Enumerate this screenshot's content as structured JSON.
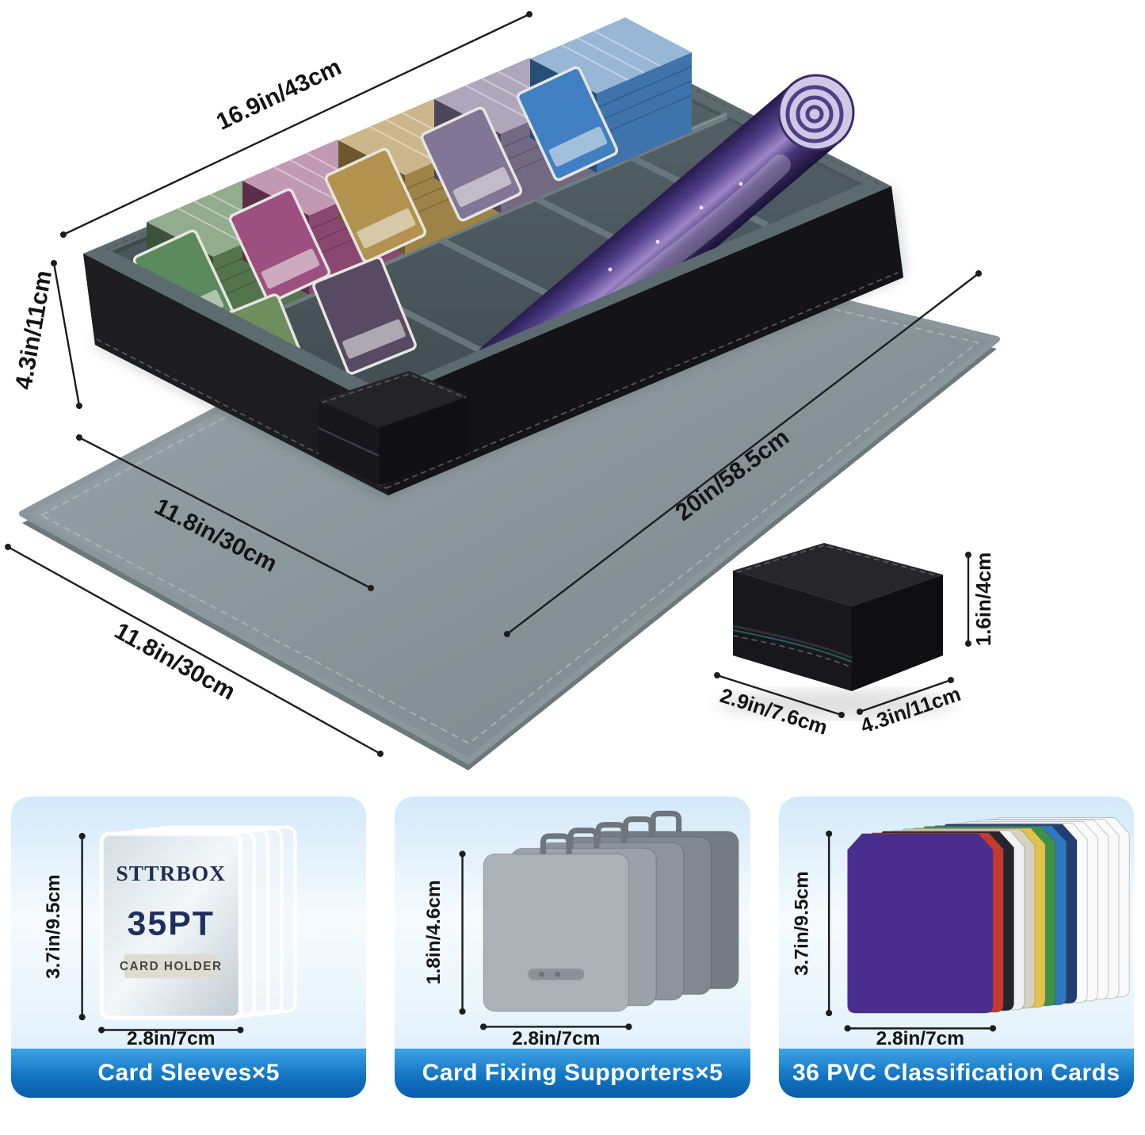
{
  "hero": {
    "dims": {
      "box_length": "16.9in/43cm",
      "box_height": "4.3in/11cm",
      "box_width": "11.8in/30cm",
      "mat_width": "11.8in/30cm",
      "mat_length": "20in/58.5cm"
    },
    "deck_box_dims": {
      "height": "1.6in/4cm",
      "depth": "2.9in/7.6cm",
      "length": "4.3in/11cm"
    }
  },
  "sleeve_card": {
    "brand": "STTRBOX",
    "size": "35PT",
    "label": "CARD HOLDER"
  },
  "panels": [
    {
      "caption": "Card Sleeves×5",
      "dim_height": "3.7in/9.5cm",
      "dim_width": "2.8in/7cm"
    },
    {
      "caption": "Card Fixing Supporters×5",
      "dim_height": "1.8in/4.6cm",
      "dim_width": "2.8in/7cm"
    },
    {
      "caption": "36 PVC Classification Cards",
      "dim_height": "3.7in/9.5cm",
      "dim_width": "2.8in/7cm"
    }
  ],
  "colors": {
    "caption_gradient_top": "#3ea2e5",
    "caption_gradient_bottom": "#0a5caa",
    "panel_background": "#d3e9f9",
    "dimension_text": "#141414",
    "box_leather": "#18181c",
    "box_felt": "#5c6b70",
    "mat_gray": "#8b979c"
  }
}
